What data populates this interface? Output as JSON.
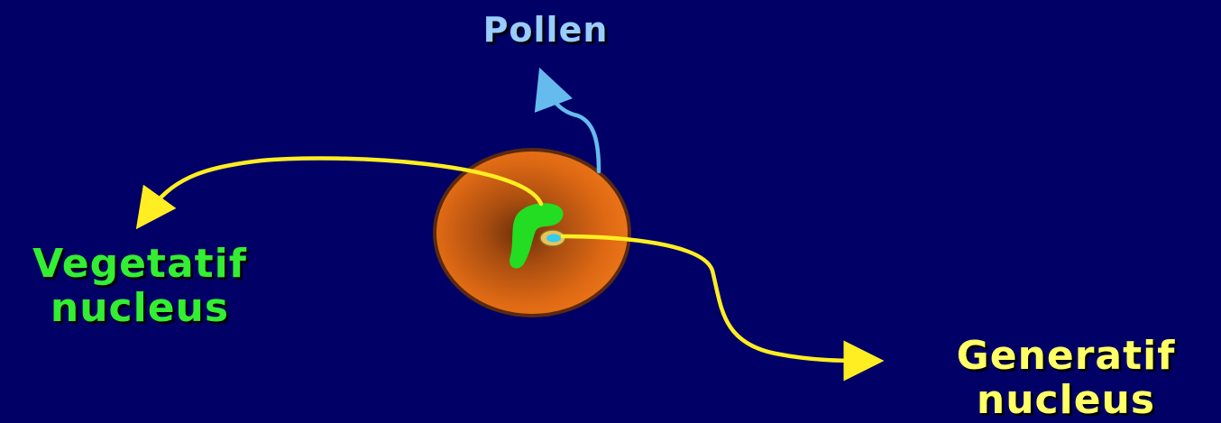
{
  "labels": {
    "pollen": "Pollen",
    "vegetatif": [
      "Vegetatif",
      "nucleus"
    ],
    "generatif": [
      "Generatif",
      "nucleus"
    ]
  },
  "colors": {
    "background": "#000066",
    "pollen_label": "#99ccff",
    "pollen_arrow": "#66bbee",
    "vegetatif_label": "#33ee33",
    "generatif_label": "#ffff66",
    "connector_arrows": "#ffee22",
    "pollen_grain_fill": "#e06a14",
    "pollen_grain_center": "#6a2e08",
    "pollen_grain_outline": "#5a2a10",
    "vegetative_nucleus": "#22dd22",
    "generative_nucleus": "#33ccee"
  }
}
